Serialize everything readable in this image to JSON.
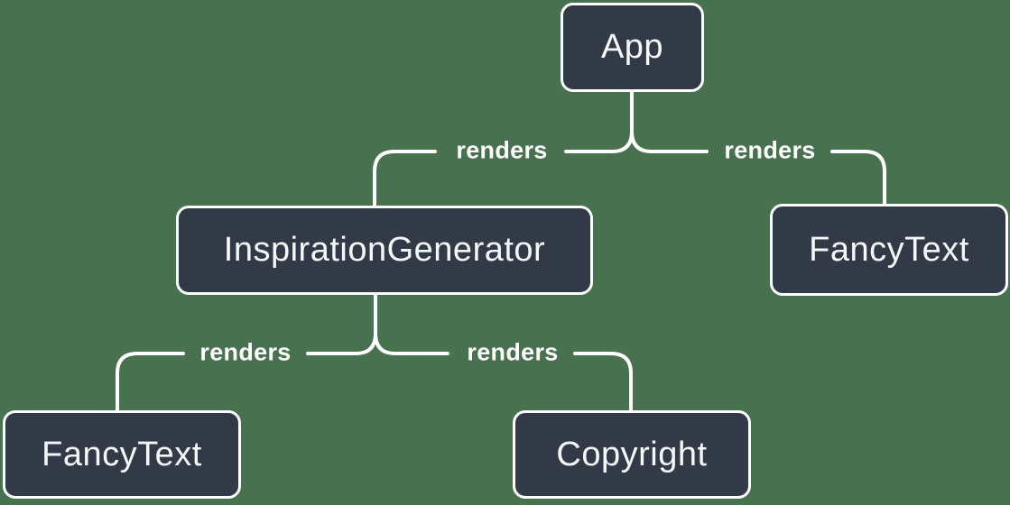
{
  "diagram": {
    "type": "tree",
    "nodes": [
      {
        "id": "app",
        "label": "App"
      },
      {
        "id": "inspiration-generator",
        "label": "InspirationGenerator"
      },
      {
        "id": "fancy-text-top",
        "label": "FancyText"
      },
      {
        "id": "fancy-text-bottom",
        "label": "FancyText"
      },
      {
        "id": "copyright",
        "label": "Copyright"
      }
    ],
    "edges": [
      {
        "from": "App",
        "to": "InspirationGenerator",
        "label": "renders"
      },
      {
        "from": "App",
        "to": "FancyText",
        "label": "renders"
      },
      {
        "from": "InspirationGenerator",
        "to": "FancyText",
        "label": "renders"
      },
      {
        "from": "InspirationGenerator",
        "to": "Copyright",
        "label": "renders"
      }
    ],
    "colors": {
      "background": "#48714F",
      "node_fill": "#333A47",
      "node_border": "#FFFFFF",
      "line": "#FFFFFF",
      "text": "#F6F7F9"
    }
  }
}
